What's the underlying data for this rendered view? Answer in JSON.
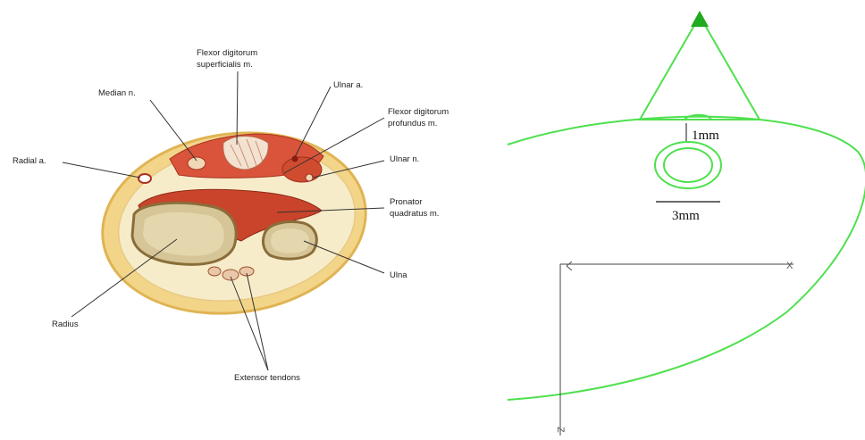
{
  "anatomy": {
    "labels": {
      "flexor_superficialis_1": "Flexor digitorum",
      "flexor_superficialis_2": "superficialis m.",
      "median_nerve": "Median n.",
      "ulnar_artery": "Ulnar a.",
      "flexor_profundus_1": "Flexor digitorum",
      "flexor_profundus_2": "profundus m.",
      "radial_artery": "Radial a.",
      "ulnar_nerve": "Ulnar n.",
      "pronator_1": "Pronator",
      "pronator_2": "quadratus m.",
      "ulna": "Ulna",
      "radius": "Radius",
      "extensor_tendons": "Extensor tendons"
    }
  },
  "schematic": {
    "dimension_1": "1mm",
    "dimension_2": "3mm",
    "axis_x": "X",
    "axis_z": "Z",
    "line_color": "#4ee04e",
    "probe_tip_color": "#1faa1f"
  }
}
